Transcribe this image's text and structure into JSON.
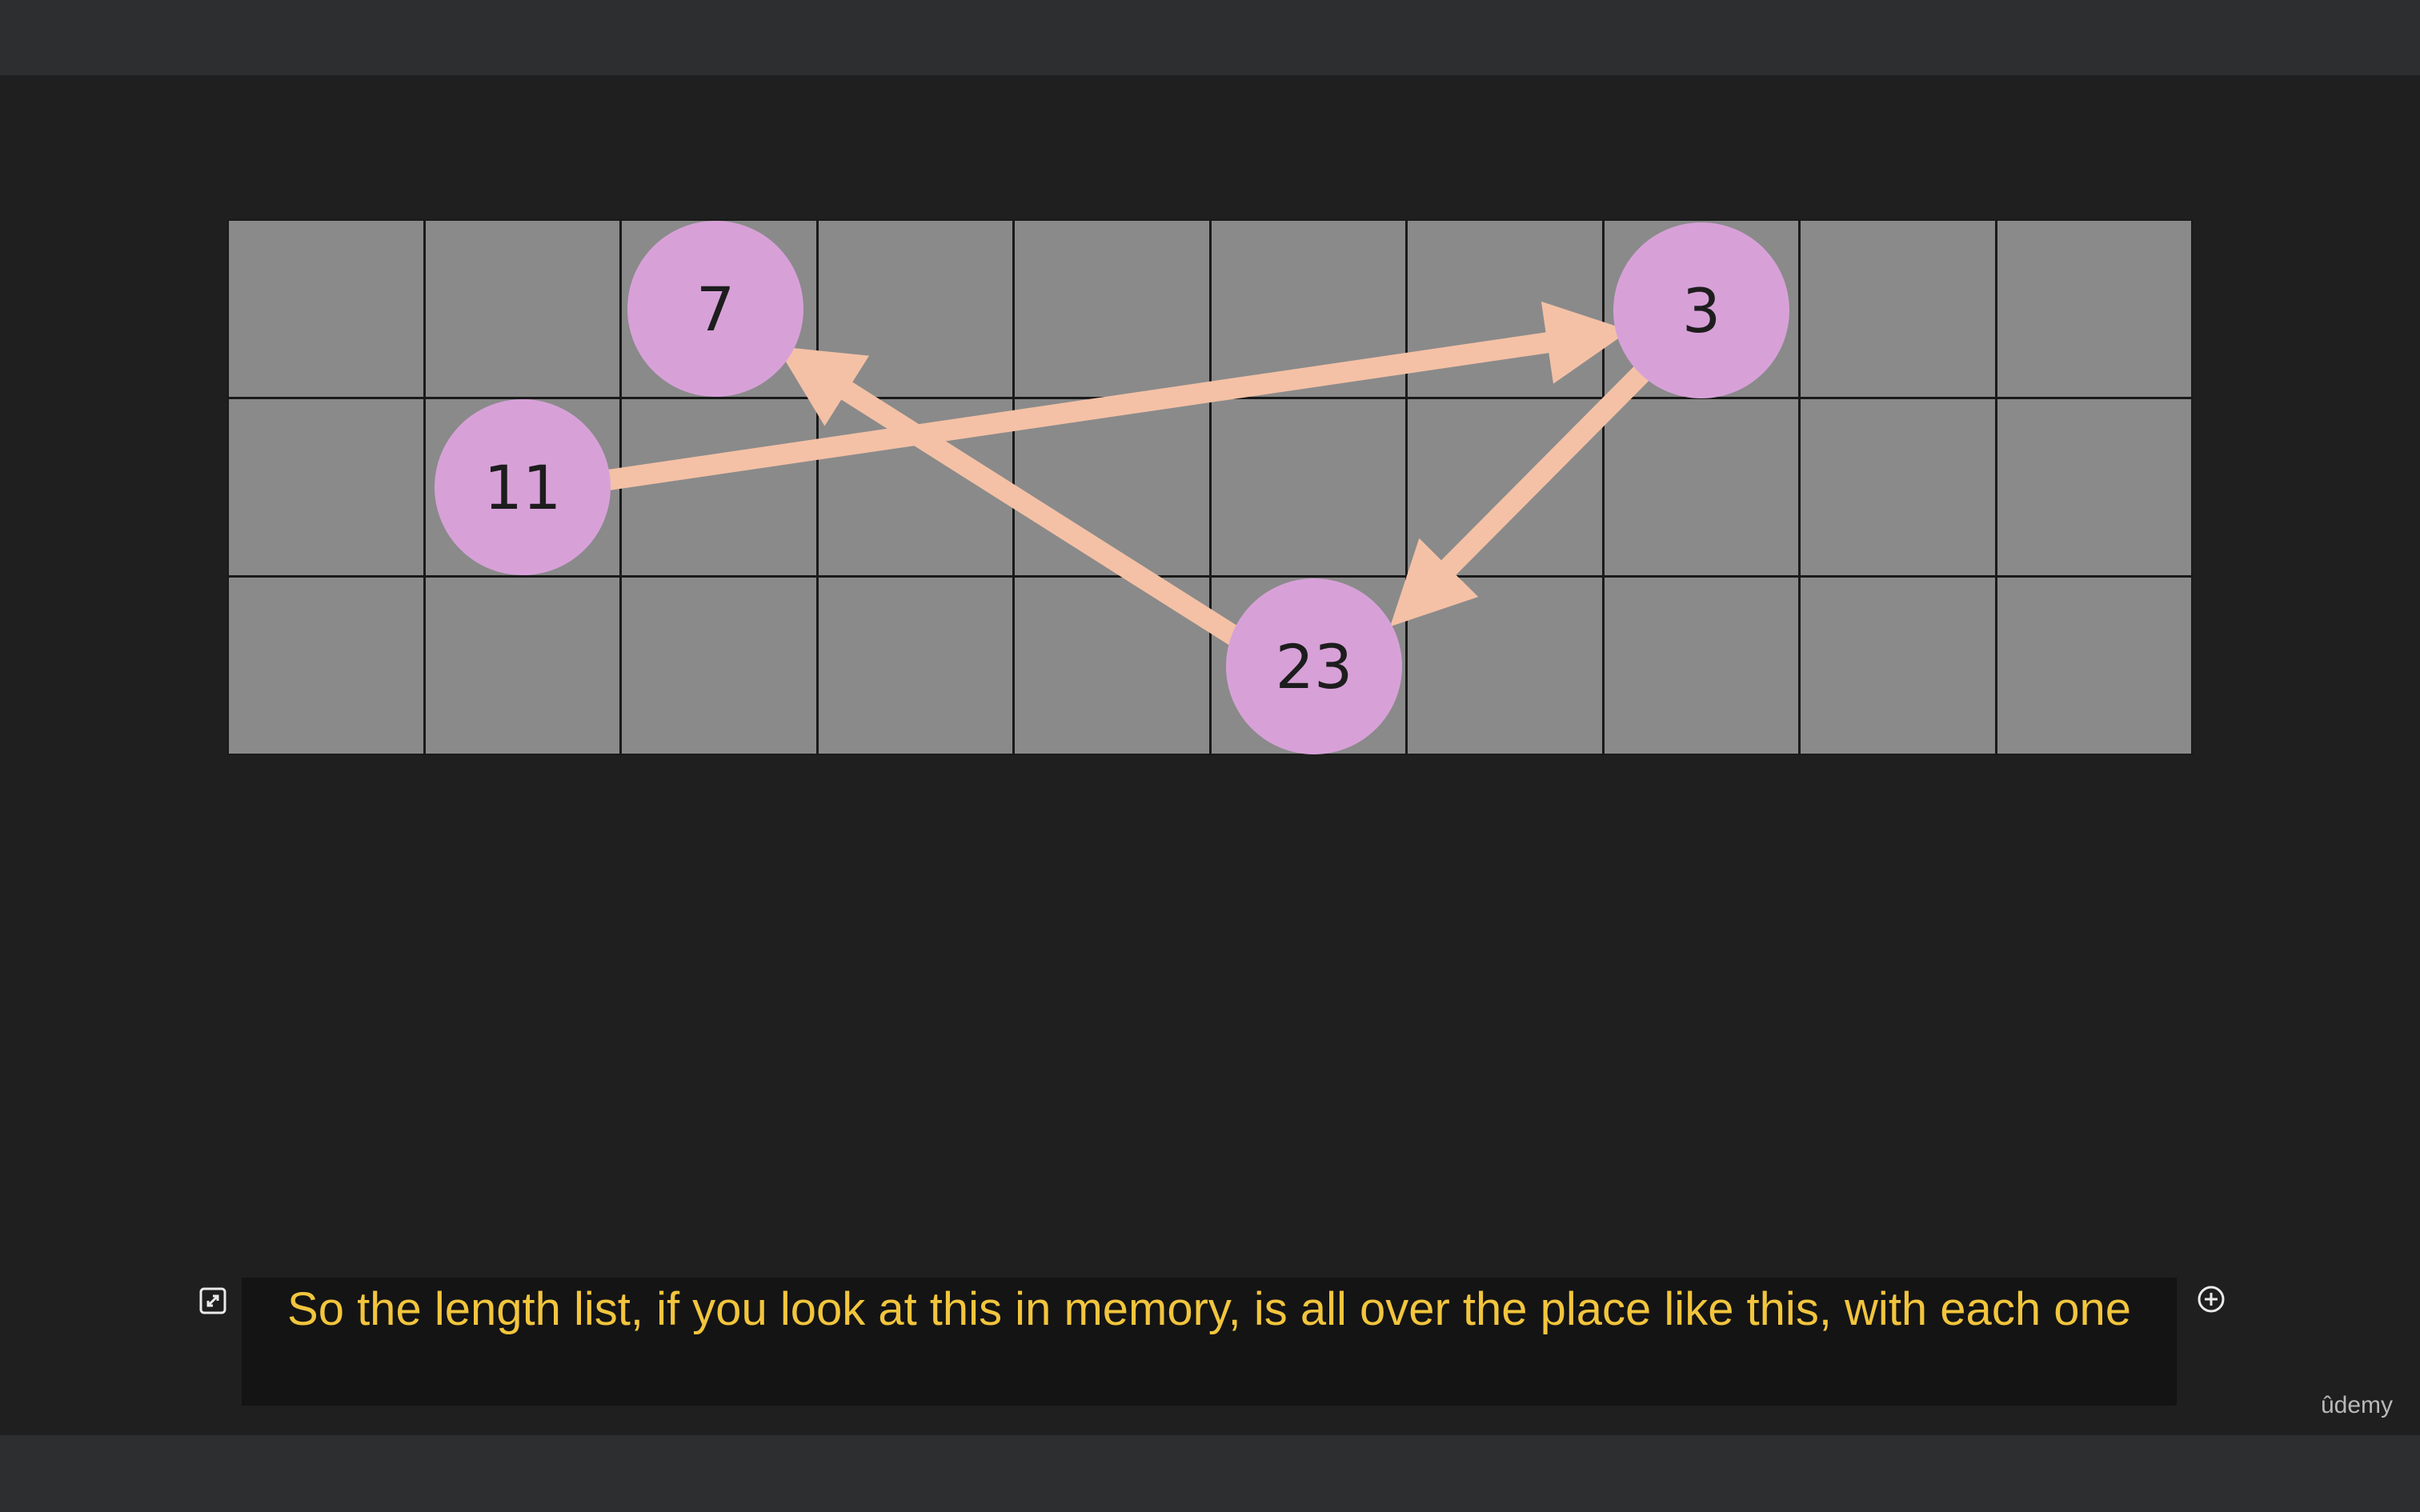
{
  "header": {},
  "diagram": {
    "nodes": [
      {
        "id": "n7",
        "label": "7"
      },
      {
        "id": "n3",
        "label": "3"
      },
      {
        "id": "n11",
        "label": "11"
      },
      {
        "id": "n23",
        "label": "23"
      }
    ],
    "edges": [
      {
        "from": "11",
        "to": "3"
      },
      {
        "from": "3",
        "to": "23"
      },
      {
        "from": "23",
        "to": "7"
      }
    ],
    "grid": {
      "rows": 3,
      "cols": 10
    },
    "colors": {
      "cell": "#8a8a8a",
      "node": "#d7a1d8",
      "arrow": "#f4c1a6",
      "gridline": "#1a1a1a"
    }
  },
  "caption": {
    "text": "So the length list, if you look at this in memory, is all over the place like this, with each one",
    "color": "#f2c53d"
  },
  "controls": {
    "left_icon": "expand-icon",
    "right_icon": "add-circle-icon"
  },
  "brand": {
    "logo_text": "ûdemy"
  }
}
